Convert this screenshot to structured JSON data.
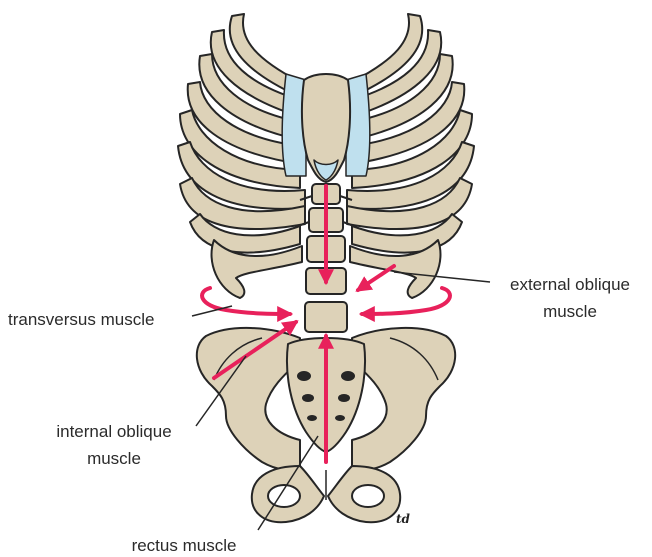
{
  "labels": {
    "transversus": "transversus muscle",
    "external_line1": "external oblique",
    "external_line2": "muscle",
    "internal_line1": "internal oblique",
    "internal_line2": "muscle",
    "rectus": "rectus muscle"
  },
  "signature": "td",
  "colors": {
    "bone": "#ddd2b8",
    "outline": "#262626",
    "cartilage": "#bfe0ee",
    "arrow": "#e8215b",
    "text": "#2b2b2b"
  }
}
